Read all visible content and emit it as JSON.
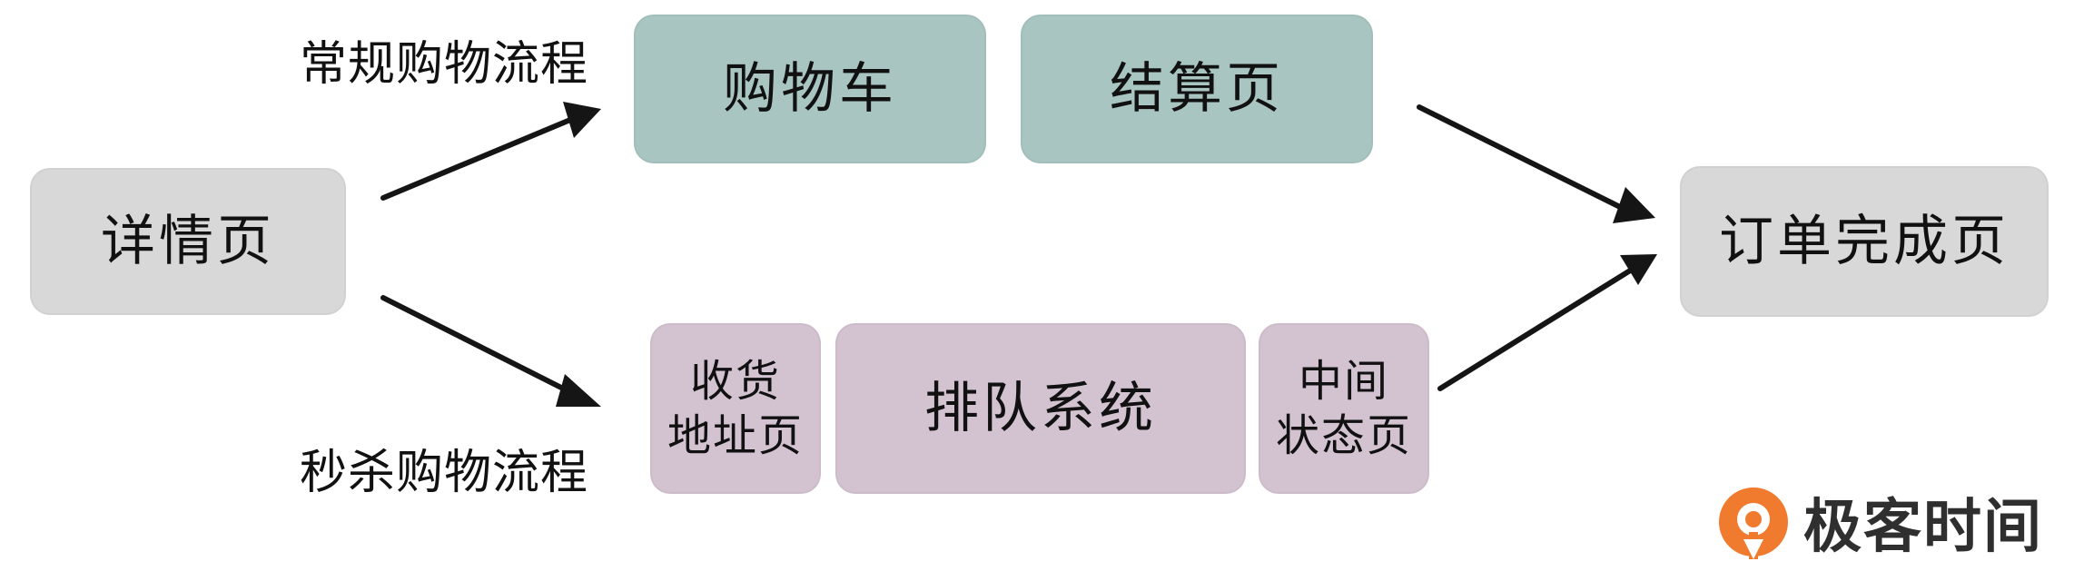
{
  "nodes": {
    "detail": "详情页",
    "cart": "购物车",
    "checkout": "结算页",
    "order_done": "订单完成页",
    "address_line1": "收货",
    "address_line2": "地址页",
    "queue": "排队系统",
    "middle_line1": "中间",
    "middle_line2": "状态页"
  },
  "labels": {
    "regular_flow": "常规购物流程",
    "seckill_flow": "秒杀购物流程"
  },
  "brand": {
    "name": "极客时间"
  },
  "colors": {
    "gray_box": "#d9d8d8",
    "teal_box": "#a8c5c1",
    "purple_box": "#d3c3d1",
    "logo_orange": "#f07a2e"
  }
}
